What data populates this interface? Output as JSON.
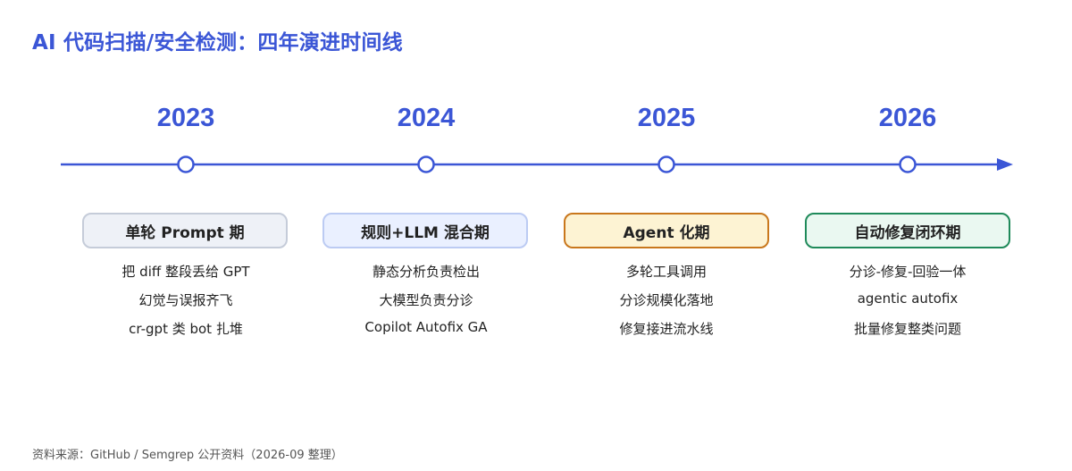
{
  "title": "AI 代码扫描/安全检测：四年演进时间线",
  "colors": {
    "accent": "#3b56d6",
    "stage_2023_bg": "#eef1f7",
    "stage_2023_border": "#c5ccd9",
    "stage_2024_bg": "#eaf0ff",
    "stage_2024_border": "#bccbf3",
    "stage_2025_bg": "#fdf3d3",
    "stage_2025_border": "#c9771c",
    "stage_2026_bg": "#eaf8f1",
    "stage_2026_border": "#1f8a5a"
  },
  "timeline": [
    {
      "year": "2023",
      "stage": "单轮 Prompt 期",
      "items": [
        "把 diff 整段丢给 GPT",
        "幻觉与误报齐飞",
        "cr-gpt 类 bot 扎堆"
      ]
    },
    {
      "year": "2024",
      "stage": "规则+LLM 混合期",
      "items": [
        "静态分析负责检出",
        "大模型负责分诊",
        "Copilot Autofix GA"
      ]
    },
    {
      "year": "2025",
      "stage": "Agent 化期",
      "items": [
        "多轮工具调用",
        "分诊规模化落地",
        "修复接进流水线"
      ]
    },
    {
      "year": "2026",
      "stage": "自动修复闭环期",
      "items": [
        "分诊-修复-回验一体",
        "agentic autofix",
        "批量修复整类问题"
      ]
    }
  ],
  "source": "资料来源：GitHub / Semgrep 公开资料（2026-09 整理）"
}
